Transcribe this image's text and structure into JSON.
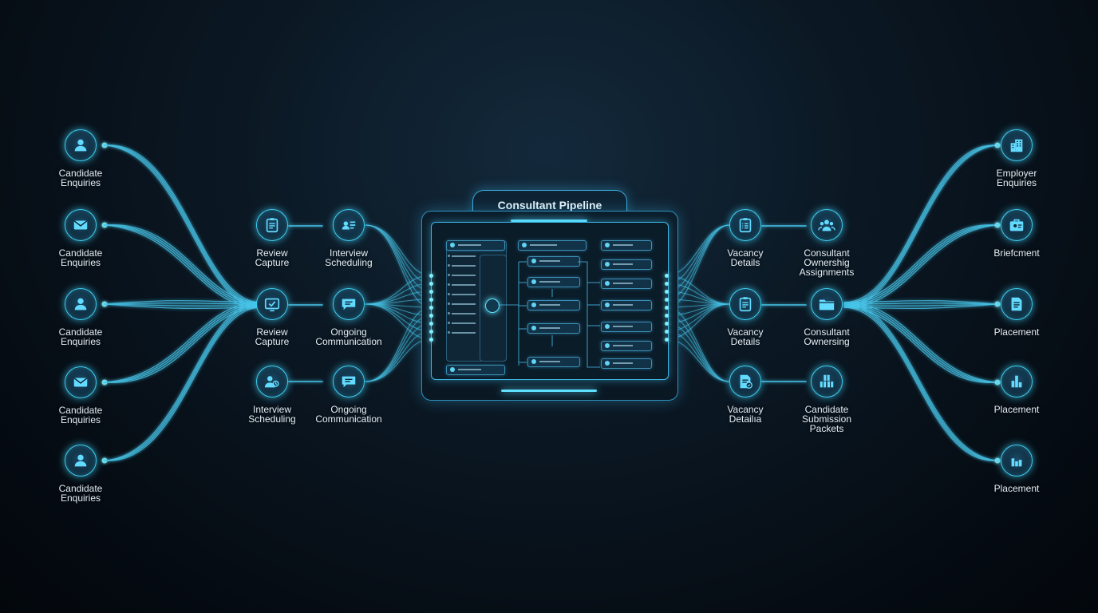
{
  "panel": {
    "title": "Consultant Pipeline"
  },
  "left_sources": [
    {
      "icon": "user-icon",
      "line1": "Candidate",
      "line2": "Enquiries"
    },
    {
      "icon": "mail-icon",
      "line1": "Candidate",
      "line2": "Enquiries"
    },
    {
      "icon": "user-icon",
      "line1": "Candidate",
      "line2": "Enquiries"
    },
    {
      "icon": "mail-icon",
      "line1": "Candidate",
      "line2": "Enquiries"
    },
    {
      "icon": "user-icon",
      "line1": "Candidate",
      "line2": "Enquiries"
    }
  ],
  "left_steps": [
    {
      "icon": "clipboard-icon",
      "line1": "Review",
      "line2": "Capture"
    },
    {
      "icon": "id-card-icon",
      "line1": "Interview",
      "line2": "Scheduling"
    },
    {
      "icon": "checkmark-screen-icon",
      "line1": "Review",
      "line2": "Capture"
    },
    {
      "icon": "chat-icon",
      "line1": "Ongoing",
      "line2": "Communication"
    },
    {
      "icon": "people-icon",
      "line1": "Interview",
      "line2": "Scheduling"
    },
    {
      "icon": "chat-icon",
      "line1": "Ongoing",
      "line2": "Communication"
    }
  ],
  "right_steps": [
    {
      "icon": "checklist-icon",
      "line1": "Vacancy",
      "line2": "Details",
      "line3": ""
    },
    {
      "icon": "team-icon",
      "line1": "Consultant",
      "line2": "Ownershig",
      "line3": "Assignments"
    },
    {
      "icon": "checklist-icon",
      "line1": "Vacancy",
      "line2": "Details",
      "line3": ""
    },
    {
      "icon": "folder-icon",
      "line1": "Consultant",
      "line2": "Ownersing",
      "line3": ""
    },
    {
      "icon": "document-check-icon",
      "line1": "Vacancy",
      "line2": "Detailıa",
      "line3": ""
    },
    {
      "icon": "box-stack-icon",
      "line1": "Candidate",
      "line2": "Submission",
      "line3": "Packets"
    }
  ],
  "right_outputs": [
    {
      "icon": "building-icon",
      "line1": "Employer",
      "line2": "Enquiries"
    },
    {
      "icon": "briefcase-icon",
      "line1": "Briefcment",
      "line2": ""
    },
    {
      "icon": "document-icon",
      "line1": "Placement",
      "line2": ""
    },
    {
      "icon": "bar-chart-icon",
      "line1": "Placement",
      "line2": ""
    },
    {
      "icon": "bar-chart-icon",
      "line1": "Placement",
      "line2": ""
    }
  ],
  "colors": {
    "accent": "#3fd0f5",
    "wire": "#4fd8ff",
    "background": "#050b12"
  }
}
